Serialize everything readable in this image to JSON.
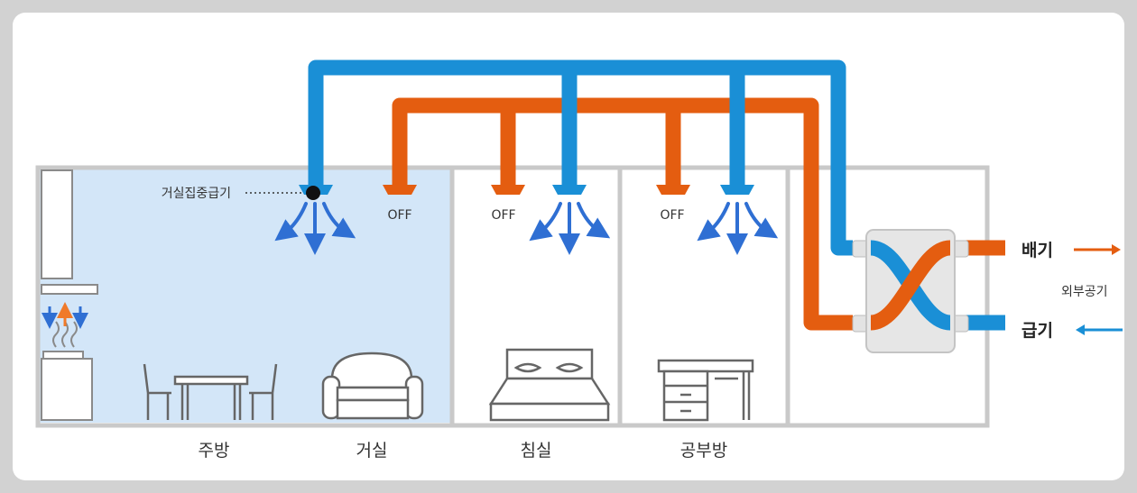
{
  "labels": {
    "central_supply": "거실집중급기",
    "off": "OFF",
    "exhaust": "배기",
    "supply": "급기",
    "outdoor_air": "외부공기"
  },
  "rooms": [
    "주방",
    "거실",
    "침실",
    "공부방"
  ],
  "colors": {
    "supply": "#1a8fd6",
    "exhaust": "#e45d10",
    "wall": "#c9c9c9",
    "active_room": "#d3e6f8",
    "arrow": "#2f6fd3"
  }
}
